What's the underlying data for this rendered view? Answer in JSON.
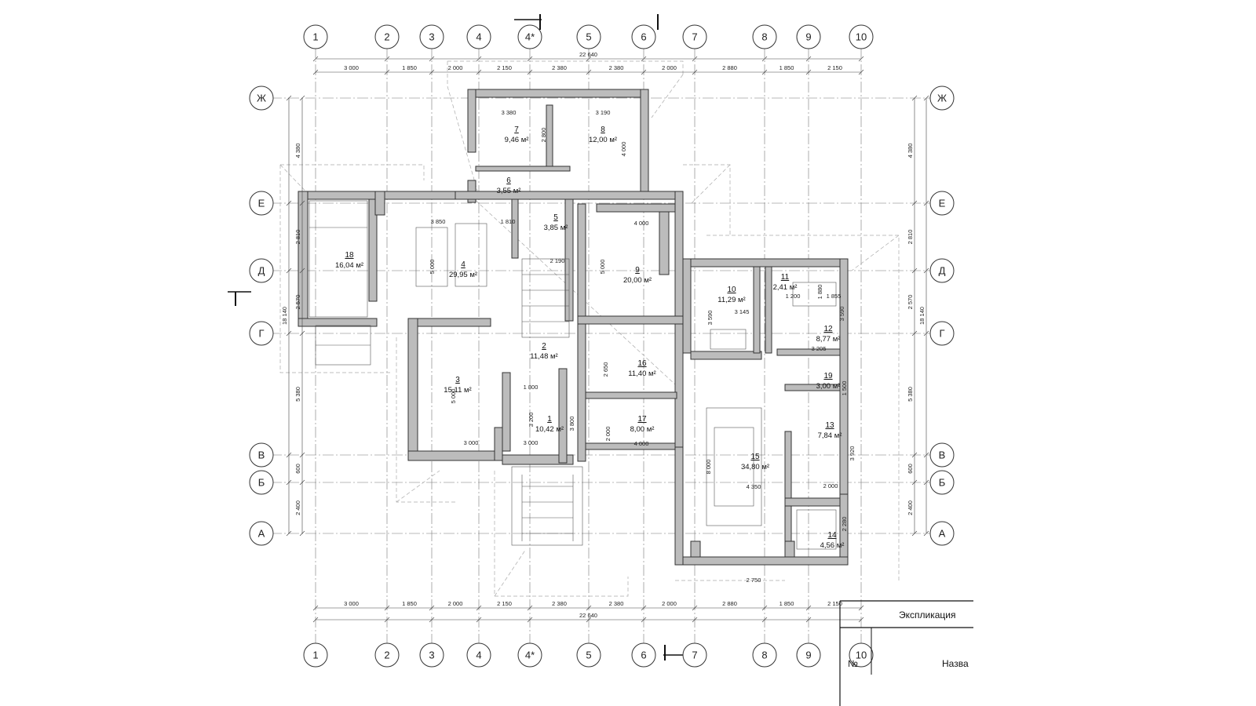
{
  "axes_vertical": [
    "1",
    "2",
    "3",
    "4",
    "4*",
    "5",
    "6",
    "7",
    "8",
    "9",
    "10"
  ],
  "axes_horizontal": [
    "Ж",
    "Е",
    "Д",
    "Г",
    "В",
    "Б",
    "А"
  ],
  "dims_top_total": "22 640",
  "dims_top": [
    "3 000",
    "1 850",
    "2 000",
    "2 150",
    "2 380",
    "2 380",
    "2 000",
    "2 880",
    "1 850",
    "2 150"
  ],
  "dims_bottom_total": "22 640",
  "dims_bottom": [
    "3 000",
    "1 850",
    "2 000",
    "2 150",
    "2 380",
    "2 380",
    "2 000",
    "2 880",
    "1 850",
    "2 150"
  ],
  "dims_left_total": "18 140",
  "dims_left": [
    "4 380",
    "2 810",
    "2 570",
    "5 380",
    "600",
    "2 400"
  ],
  "dims_right_total": "18 140",
  "dims_right": [
    "4 380",
    "2 810",
    "2 570",
    "5 380",
    "600",
    "2 400"
  ],
  "rooms": [
    {
      "num": "1",
      "area": "10,42 м²"
    },
    {
      "num": "2",
      "area": "11,48 м²"
    },
    {
      "num": "3",
      "area": "15,11 м²"
    },
    {
      "num": "4",
      "area": "29,95 м²"
    },
    {
      "num": "5",
      "area": "3,85 м²"
    },
    {
      "num": "6",
      "area": "3,55 м²"
    },
    {
      "num": "7",
      "area": "9,46 м²"
    },
    {
      "num": "8",
      "area": "12,00 м²"
    },
    {
      "num": "9",
      "area": "20,00 м²"
    },
    {
      "num": "10",
      "area": "11,29 м²"
    },
    {
      "num": "11",
      "area": "2,41 м²"
    },
    {
      "num": "12",
      "area": "8,77 м²"
    },
    {
      "num": "13",
      "area": "7,84 м²"
    },
    {
      "num": "14",
      "area": "4,56 м²"
    },
    {
      "num": "15",
      "area": "34,80 м²"
    },
    {
      "num": "16",
      "area": "11,40 м²"
    },
    {
      "num": "17",
      "area": "8,00 м²"
    },
    {
      "num": "18",
      "area": "16,04 м²"
    },
    {
      "num": "19",
      "area": "3,00 м²"
    }
  ],
  "inner_dims": [
    "3 380",
    "3 190",
    "2 800",
    "4 000",
    "3 850",
    "1 810",
    "4 000",
    "5 000",
    "2 190",
    "5 000",
    "3 145",
    "1 200",
    "1 855",
    "1 880",
    "3 590",
    "3 590",
    "3 205",
    "1 500",
    "1 800",
    "3 200",
    "3 800",
    "2 650",
    "2 000",
    "4 000",
    "3 000",
    "3 000",
    "5 000",
    "4 350",
    "3 920",
    "2 000",
    "2 750",
    "2 280",
    "8 000"
  ],
  "title_block": {
    "heading": "Экспликация",
    "col_num": "№",
    "col_name": "Назва"
  }
}
